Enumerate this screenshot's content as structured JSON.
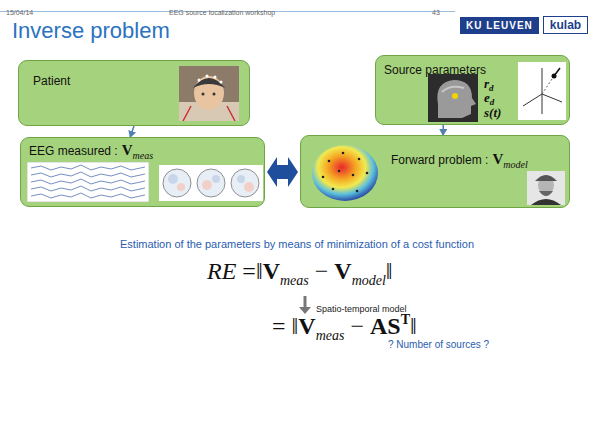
{
  "diagram": {
    "title": "Inverse problem",
    "nodes": [
      {
        "text": [
          "Patient"
        ]
      },
      {
        "text": [
          "Source parameters",
          "r",
          "d",
          "e",
          "d",
          "s(t)"
        ]
      },
      {
        "text": [
          "EEG measured :",
          "V",
          "meas"
        ]
      },
      {
        "text": [
          "Forward problem :",
          "V",
          "model"
        ]
      }
    ],
    "edges": [
      {
        "from": 0,
        "to": 2,
        "arrow": "to"
      },
      {
        "from": 1,
        "to": 3,
        "arrow": "to"
      },
      {
        "from": 2,
        "to": 3,
        "arrow": "both"
      }
    ],
    "labels": [
      "15/04/14",
      "EEG source localization workshop",
      "43",
      "KU LEUVEN",
      "kulab",
      "Estimation of the parameters by means of minimization of a cost function",
      "RE",
      "=",
      "‖",
      "V",
      "meas",
      "−",
      "V",
      "model",
      "‖",
      "Spatio-temporal model",
      "=",
      "‖",
      "V",
      "meas",
      "−",
      "AS",
      "T",
      "‖",
      "? Number of sources ?"
    ]
  }
}
